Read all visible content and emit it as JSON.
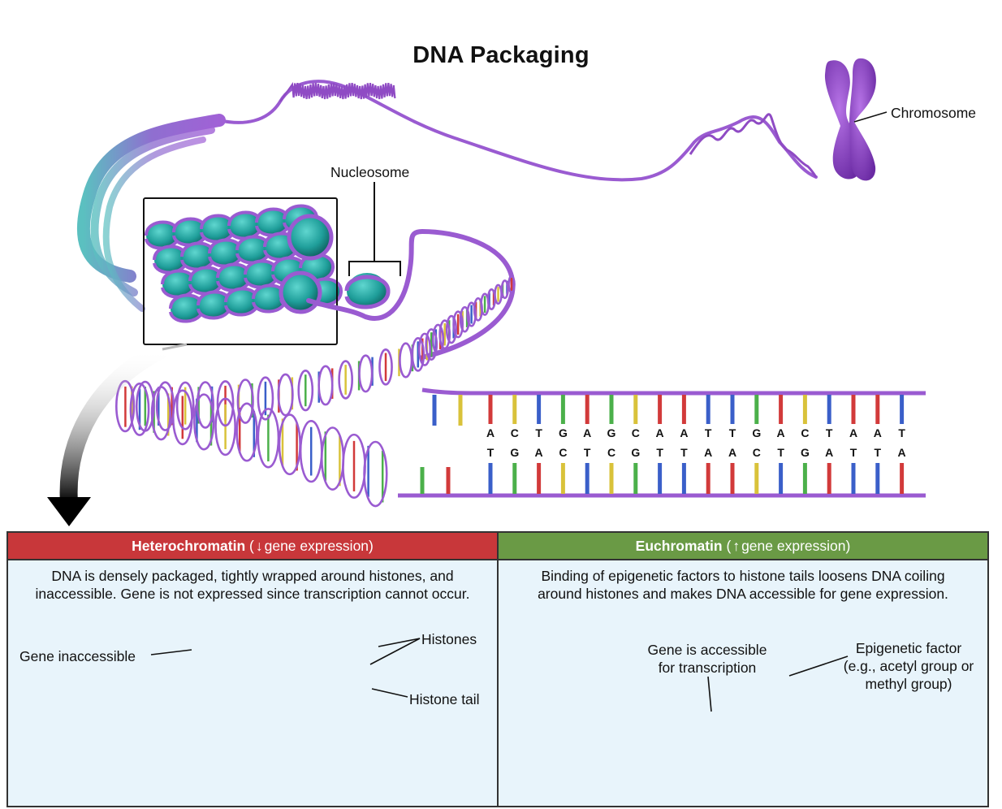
{
  "title": "DNA Packaging",
  "labels": {
    "chromosome": "Chromosome",
    "nucleosome": "Nucleosome"
  },
  "dna": {
    "top_strand": [
      "A",
      "C",
      "T",
      "G",
      "A",
      "G",
      "C",
      "A",
      "A",
      "T",
      "T",
      "G",
      "A",
      "C",
      "T",
      "A",
      "A",
      "T"
    ],
    "bottom_strand": [
      "T",
      "G",
      "A",
      "C",
      "T",
      "C",
      "G",
      "T",
      "T",
      "A",
      "A",
      "C",
      "T",
      "G",
      "A",
      "T",
      "T",
      "A"
    ]
  },
  "heterochromatin": {
    "title": "Heterochromatin",
    "paren_open": "(",
    "arrow": "↓",
    "suffix": "gene expression)",
    "description": "DNA is densely packaged, tightly wrapped around histones, and inaccessible. Gene is not expressed since transcription cannot occur.",
    "gene_label": "Gene inaccessible",
    "histones_label": "Histones",
    "tail_label": "Histone tail",
    "header_color": "#c8373a"
  },
  "euchromatin": {
    "title": "Euchromatin",
    "paren_open": "(",
    "arrow": "↑",
    "suffix": "gene expression)",
    "description": "Binding of epigenetic factors to histone tails loosens DNA coiling around histones and makes DNA accessible for gene expression.",
    "gene_label": "Gene is accessible for transcription",
    "factor_label": "Epigenetic factor (e.g., acetyl group or methyl group)",
    "header_color": "#6a9a45"
  },
  "colors": {
    "dna_purple": "#8f4bc4",
    "histone_teal": "#1f9e9a",
    "base_A": "#d23a3a",
    "base_T": "#3a5fc9",
    "base_G": "#4bb04a",
    "base_C": "#d9c23a",
    "gene_pink": "#f38dc0",
    "factor_gold": "#d9a520"
  }
}
